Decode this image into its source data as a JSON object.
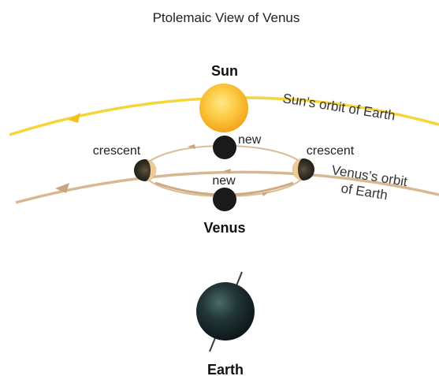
{
  "title": "Ptolemaic View of Venus",
  "sun_label": "Sun",
  "venus_label": "Venus",
  "earth_label": "Earth",
  "phases": {
    "new_top": "new",
    "new_bottom": "new",
    "crescent_left": "crescent",
    "crescent_right": "crescent"
  },
  "orbits": {
    "sun_orbit": "Sun’s orbit of Earth",
    "venus_orbit_line1": "Venus’s orbit",
    "venus_orbit_line2": "of Earth"
  },
  "colors": {
    "sun_orbit": "#f6d53a",
    "venus_orbit": "#d8b894",
    "epicycle": "#c9a77e",
    "sun": "#f7b928",
    "planet_dark": "#1a1a1a",
    "earth": "#1c2b2e"
  }
}
